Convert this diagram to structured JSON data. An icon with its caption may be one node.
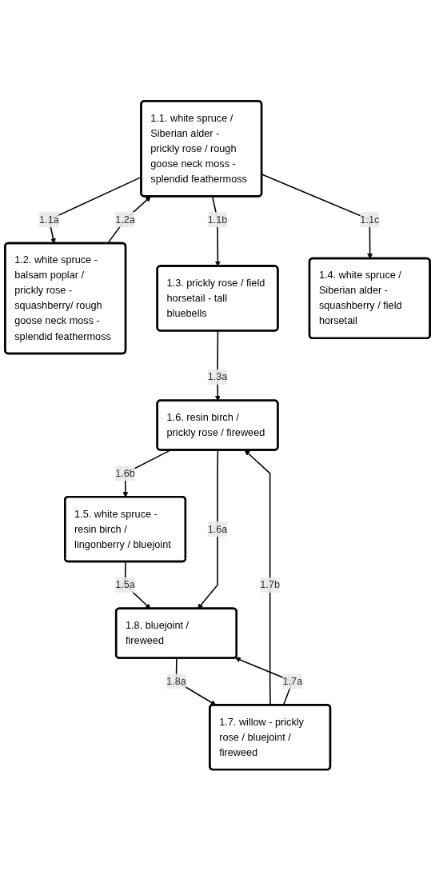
{
  "diagram": {
    "nodes": [
      {
        "text": [
          "1.1. white spruce / Siberian alder - prickly rose / rough goose neck moss - splendid feathermoss"
        ]
      },
      {
        "text": [
          "1.2. white spruce - balsam poplar / prickly rose - squashberry/ rough goose neck moss - splendid feathermoss"
        ]
      },
      {
        "text": [
          "1.3. prickly rose / field horsetail - tall bluebells"
        ]
      },
      {
        "text": [
          "1.4. white spruce / Siberian alder - squashberry / field horsetail"
        ]
      },
      {
        "text": [
          "1.5. white spruce - resin birch / lingonberry / bluejoint"
        ]
      },
      {
        "text": [
          "1.6. resin birch / prickly rose / fireweed"
        ]
      },
      {
        "text": [
          "1.7. willow - prickly rose / bluejoint / fireweed"
        ]
      },
      {
        "text": [
          "1.8. bluejoint / fireweed"
        ]
      }
    ],
    "edges": [
      {
        "from": 0,
        "to": 1,
        "arrow": "to",
        "label": "1.1a"
      },
      {
        "from": 1,
        "to": 0,
        "arrow": "to",
        "label": "1.2a"
      },
      {
        "from": 0,
        "to": 2,
        "arrow": "to",
        "label": "1.1b"
      },
      {
        "from": 0,
        "to": 3,
        "arrow": "to",
        "label": "1.1c"
      },
      {
        "from": 2,
        "to": 5,
        "arrow": "to",
        "label": "1.3a"
      },
      {
        "from": 5,
        "to": 4,
        "arrow": "to",
        "label": "1.6b"
      },
      {
        "from": 4,
        "to": 7,
        "arrow": "to",
        "label": "1.5a"
      },
      {
        "from": 5,
        "to": 7,
        "arrow": "to",
        "label": "1.6a"
      },
      {
        "from": 6,
        "to": 5,
        "arrow": "to",
        "label": "1.7b"
      },
      {
        "from": 6,
        "to": 7,
        "arrow": "to",
        "label": "1.7a"
      },
      {
        "from": 7,
        "to": 6,
        "arrow": "to",
        "label": "1.8a"
      }
    ]
  }
}
